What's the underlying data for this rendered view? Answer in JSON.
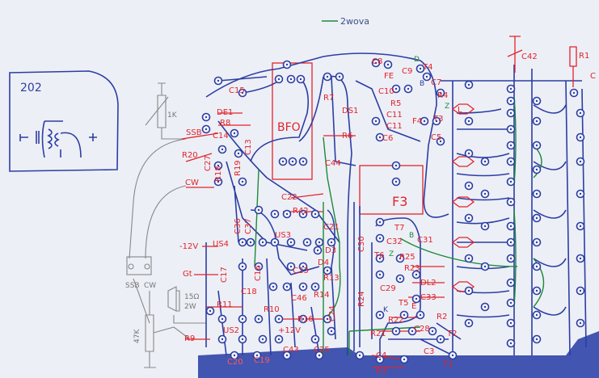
{
  "title_note": "2wova",
  "inset": {
    "number": "202"
  },
  "blocks": {
    "bfo": "BFO",
    "f3": "F3"
  },
  "pencil": {
    "pot1": "1K",
    "pot2": "47K",
    "speaker": "15Ω",
    "speaker_power": "2W",
    "sw_ssb": "SSB",
    "sw_cw": "CW"
  },
  "labels": {
    "C15": "C15",
    "DE1": "DE1",
    "R8": "R8",
    "C14": "C14",
    "SSB": "SSB",
    "R20": "R20",
    "CW": "CW",
    "C27": "C27",
    "R18": "R18",
    "R19": "R19",
    "C13": "C13",
    "R7": "R7",
    "DS1": "DS1",
    "R6": "R6",
    "C44": "C44",
    "C8": "C8",
    "FE": "FE",
    "C9": "C9",
    "T4": "T4",
    "C7": "C7",
    "R4": "R4",
    "C10": "C10",
    "R5": "R5",
    "T3": "T3",
    "F4": "F4",
    "C11": "C11",
    "C12": "C11",
    "C6": "C6",
    "C5": "C5",
    "C42": "C42",
    "R1": "R1",
    "C": "C",
    "R42": "R42",
    "C22": "C22",
    "US3": "US3",
    "C21": "C21",
    "C36": "C36",
    "C37": "C37",
    "US4": "US4",
    "M12V": "-12V",
    "D3": "D3",
    "C23": "C23",
    "D4": "D4",
    "R13": "R13",
    "Gt": "Gt",
    "C17": "C17",
    "C16": "C16",
    "C18": "C18",
    "C46": "C46",
    "R14": "R14",
    "C24": "C24",
    "R11": "R11",
    "R10": "R10",
    "US2": "US2",
    "R16": "R16",
    "P12V": "+12V",
    "R9": "R9",
    "C20": "C20",
    "C19": "C19",
    "C43": "C43",
    "C25": "C25",
    "R24": "R24",
    "C30": "C30",
    "T7": "T7",
    "C32": "C32",
    "C31": "C31",
    "R25": "R25",
    "T6": "T6",
    "R23": "R23",
    "DL2": "DL2",
    "C29": "C29",
    "C33": "C33",
    "T5": "T5",
    "R22": "R22",
    "R2": "R2",
    "R21": "R21",
    "C28": "C28",
    "C4": "C4",
    "R3": "R3",
    "T2": "T2",
    "T1": "T1",
    "C3": "C3",
    "L": "L"
  },
  "pins": {
    "d": "D",
    "b": "B",
    "z": "Z",
    "e": "E",
    "k": "K"
  },
  "colors": {
    "paper": "#edeff6",
    "ink": "#2b3ea3",
    "red": "#e2232b",
    "green": "#1d8a3a",
    "pencil": "#888888"
  }
}
